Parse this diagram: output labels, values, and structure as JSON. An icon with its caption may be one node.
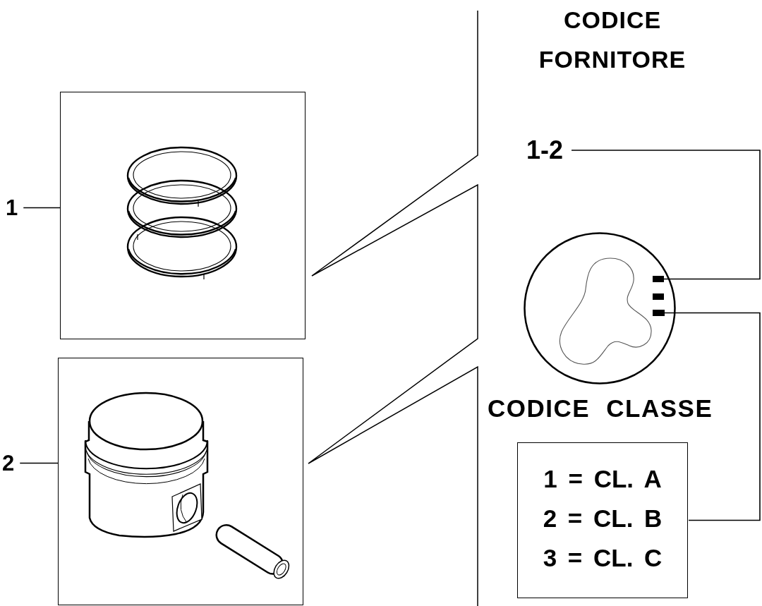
{
  "diagram": {
    "nodes": [
      {
        "text": [
          "1"
        ]
      },
      {
        "text": [],
        "shape": "picture"
      },
      {
        "text": [
          "2"
        ]
      },
      {
        "text": [],
        "shape": "picture"
      },
      {
        "text": [
          "1-2"
        ]
      },
      {
        "text": [],
        "shape": "circle"
      },
      {
        "text": [],
        "shape": "bar",
        "in": 5
      },
      {
        "text": [],
        "shape": "bar",
        "in": 5
      },
      {
        "text": [],
        "shape": "bar",
        "in": 5
      },
      {
        "text": [
          "1 = CL. A",
          "2 = CL. B",
          "3 = CL. C"
        ]
      }
    ],
    "edges": [
      {
        "from": 0,
        "to": 1,
        "arrow": "none"
      },
      {
        "from": 2,
        "to": 3,
        "arrow": "none"
      },
      {
        "from": 4,
        "to": 6,
        "arrow": "none"
      },
      {
        "from": 9,
        "to": 8,
        "arrow": "none"
      }
    ],
    "labels": [
      "CODICE FORNITORE",
      "CODICE CLASSE"
    ]
  }
}
